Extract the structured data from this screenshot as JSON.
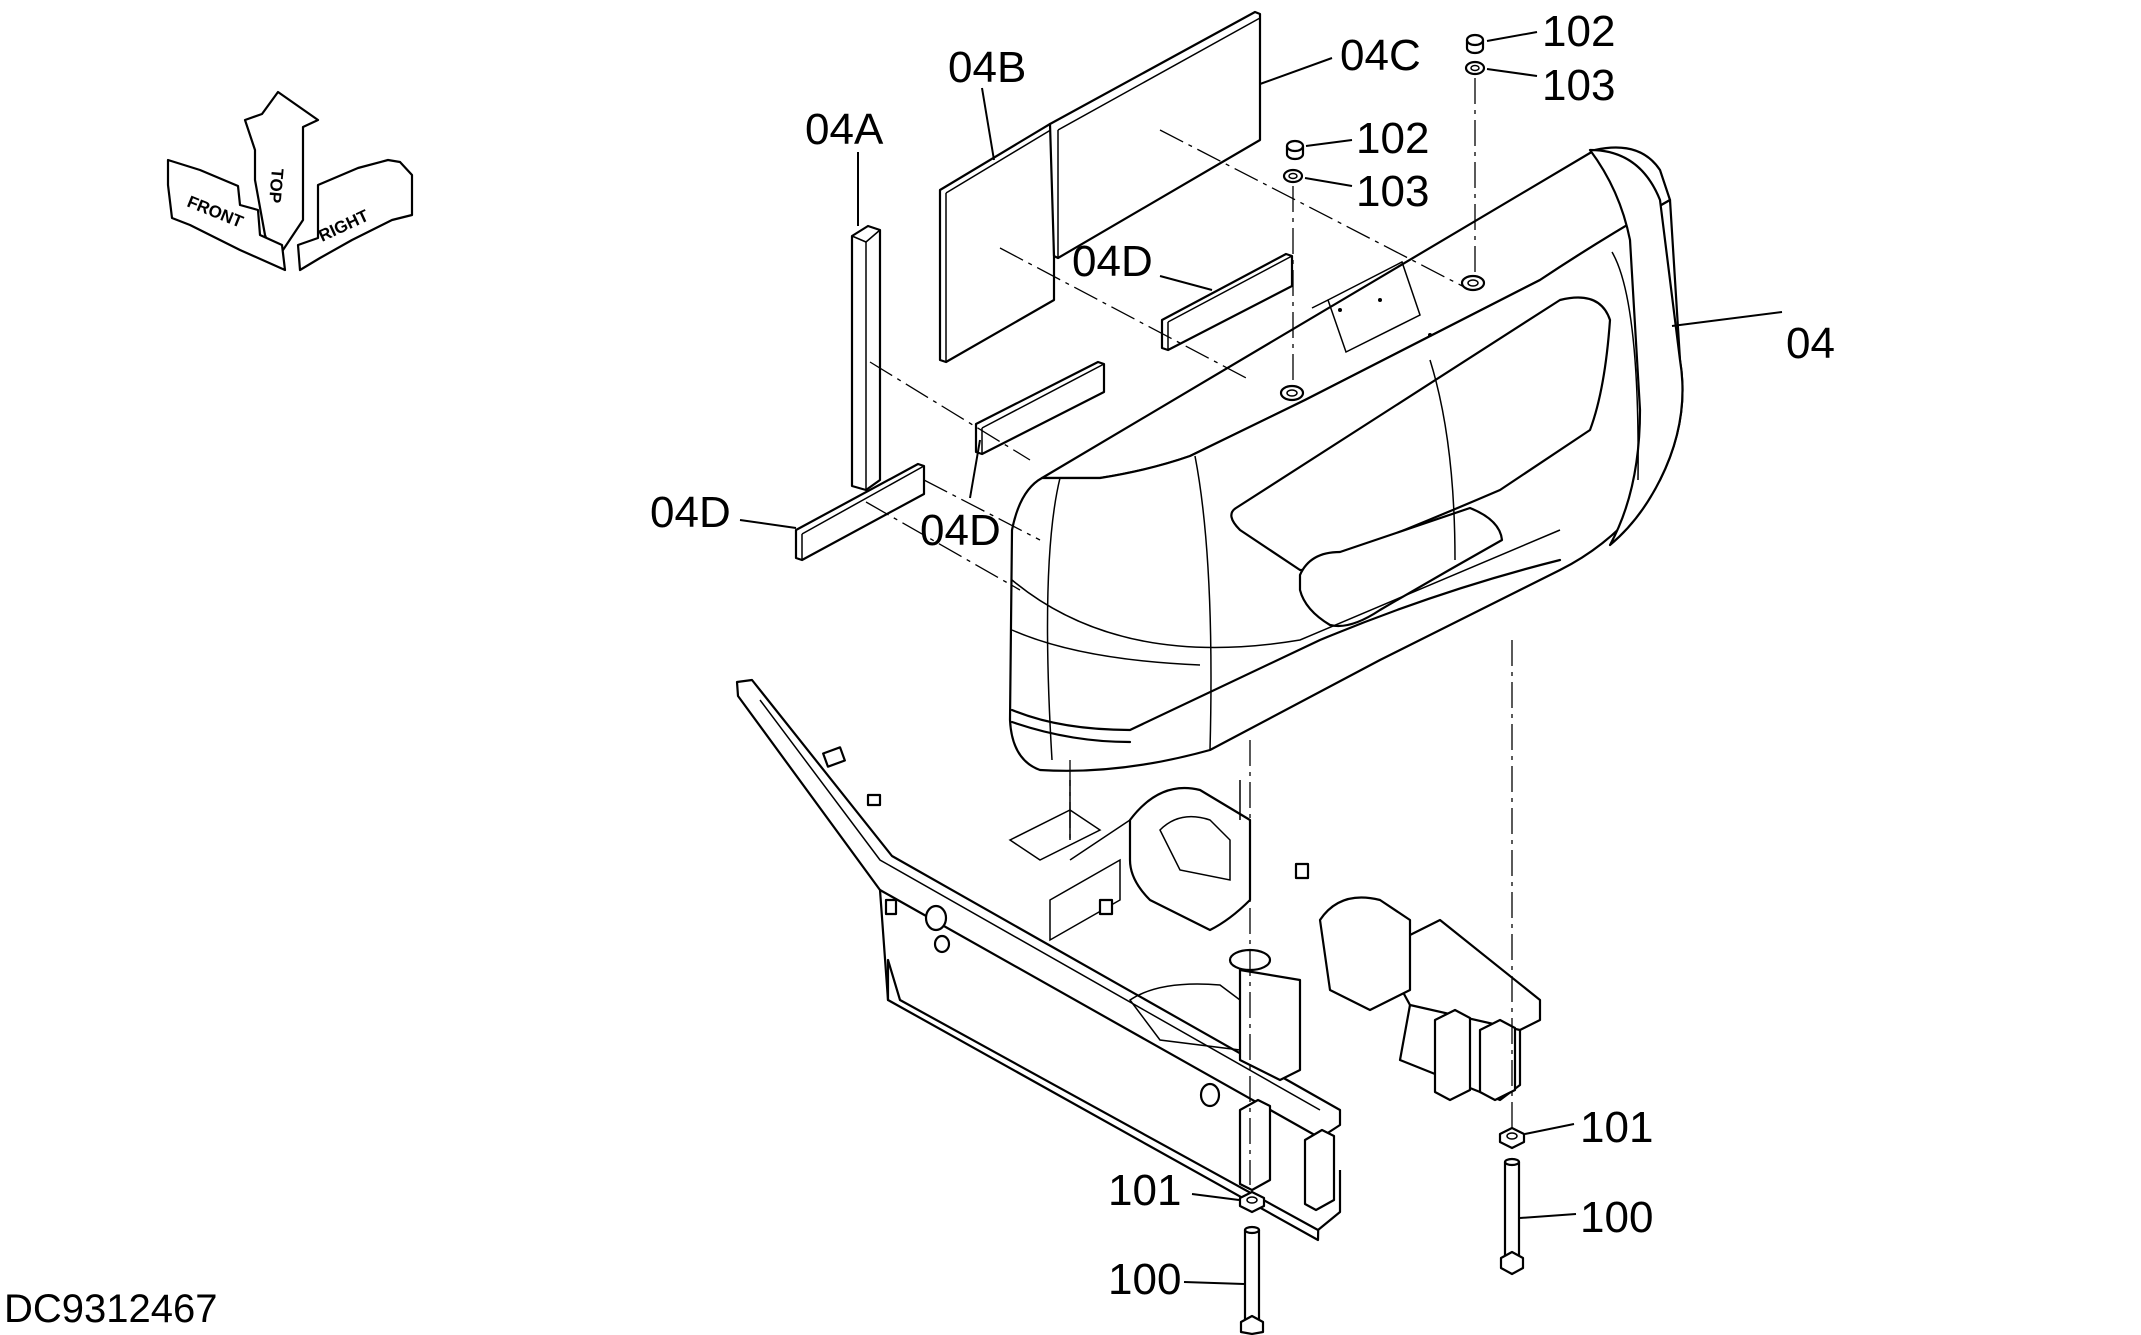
{
  "drawing_number": "DC9312467",
  "orientation_arrows": {
    "top_label": "TOP",
    "front_label": "FRONT",
    "right_label": "RIGHT"
  },
  "part_labels": {
    "p04": "04",
    "p04a": "04A",
    "p04b": "04B",
    "p04c": "04C",
    "p04d_upper": "04D",
    "p04d_left": "04D",
    "p04d_middle": "04D",
    "p100_left": "100",
    "p100_right": "100",
    "p101_left": "101",
    "p101_right": "101",
    "p102_upper": "102",
    "p102_lower": "102",
    "p103_upper": "103",
    "p103_lower": "103"
  },
  "colors": {
    "line": "#000000",
    "background": "#ffffff"
  }
}
